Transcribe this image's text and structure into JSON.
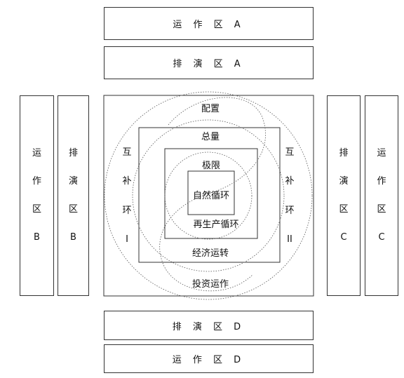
{
  "top": {
    "zone_a_operate": "运 作 区 A",
    "zone_a_rehearse": "排 演 区 A"
  },
  "bottom": {
    "zone_d_rehearse": "排 演 区 D",
    "zone_d_operate": "运 作 区 D"
  },
  "left": {
    "zone_b_operate": [
      "运",
      "作",
      "区",
      "B"
    ],
    "zone_b_rehearse": [
      "排",
      "演",
      "区",
      "B"
    ]
  },
  "right": {
    "zone_c_rehearse": [
      "排",
      "演",
      "区",
      "C"
    ],
    "zone_c_operate": [
      "运",
      "作",
      "区",
      "C"
    ]
  },
  "center": {
    "config": "配置",
    "total": "总量",
    "limit": "极限",
    "natural_cycle": "自然循环",
    "reproduction_cycle": "再生产循环",
    "economic_operation": "经济运转",
    "investment_operation": "投资运作",
    "complement_left": [
      "互",
      "补",
      "环",
      "I"
    ],
    "complement_right": [
      "互",
      "补",
      "环",
      "II"
    ]
  }
}
